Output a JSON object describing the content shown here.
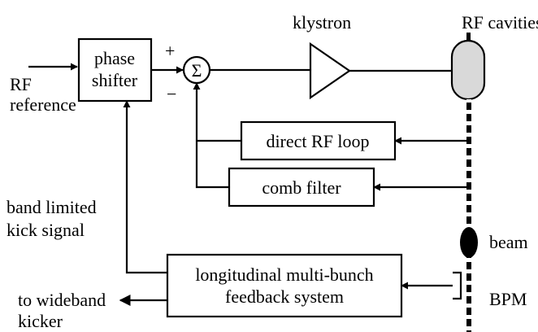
{
  "blocks": {
    "phase_shifter": {
      "line1": "phase",
      "line2": "shifter"
    },
    "summing_junction": {
      "symbol": "Σ",
      "plus": "+",
      "minus": "−"
    },
    "klystron": "klystron",
    "rf_cavities": "RF cavities",
    "direct_rf_loop": "direct RF loop",
    "comb_filter": "comb filter",
    "feedback_system": {
      "line1": "longitudinal multi-bunch",
      "line2": "feedback system"
    },
    "beam": "beam",
    "bpm": "BPM"
  },
  "inputs": {
    "rf_reference": {
      "line1": "RF",
      "line2": "reference"
    },
    "kick_signal": {
      "line1": "band limited",
      "line2": "kick signal"
    }
  },
  "outputs": {
    "wideband_kicker": {
      "line1": "to wideband",
      "line2": "kicker"
    }
  },
  "colors": {
    "line": "#000000",
    "background": "#ffffff",
    "cavity_fill": "#d9d9d9",
    "bunch_fill": "#000000"
  }
}
